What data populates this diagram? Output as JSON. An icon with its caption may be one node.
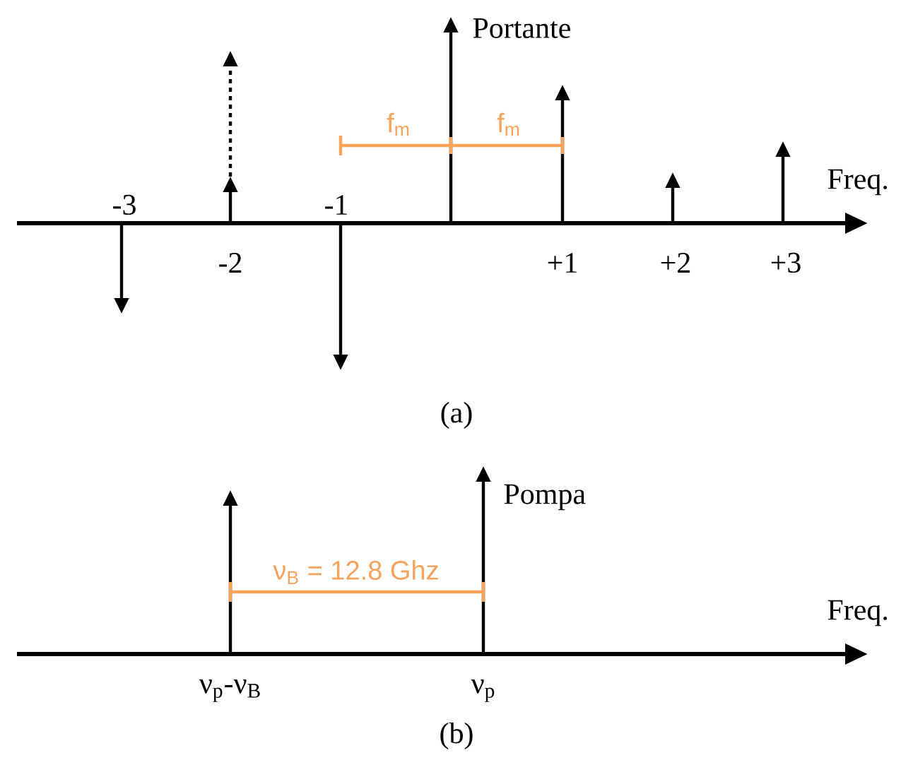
{
  "diagram": {
    "labels": [
      "Portante",
      "f$_{m}$",
      "f$_{m}$",
      "Freq.",
      "-3",
      "-1",
      "-2",
      "+1",
      "+2",
      "+3",
      "(a)",
      "Pompa",
      "ν$_{B}$ = 12.8 Ghz",
      "Freq.",
      "ν$_{p}$-ν$_{B}$",
      "ν$_{p}$",
      "(b)"
    ]
  }
}
